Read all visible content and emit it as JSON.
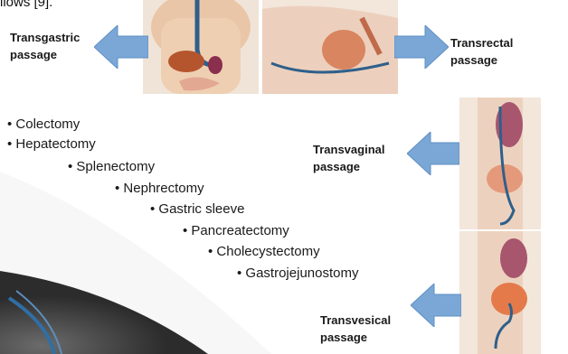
{
  "caption": "llows [9].",
  "passages": {
    "transgastric": "Transgastric passage",
    "transrectal": "Transrectal passage",
    "transvaginal": "Transvaginal passage",
    "transvesical": "Transvesical passage"
  },
  "procedures": [
    "Colectomy",
    "Hepatectomy",
    "Splenectomy",
    "Nephrectomy",
    "Gastric sleeve",
    "Pancreatectomy",
    "Cholecystectomy",
    "Gastrojejunostomy"
  ],
  "colors": {
    "arrow_fill": "#7ba7d6",
    "background_curve": "#3a3a3a"
  }
}
